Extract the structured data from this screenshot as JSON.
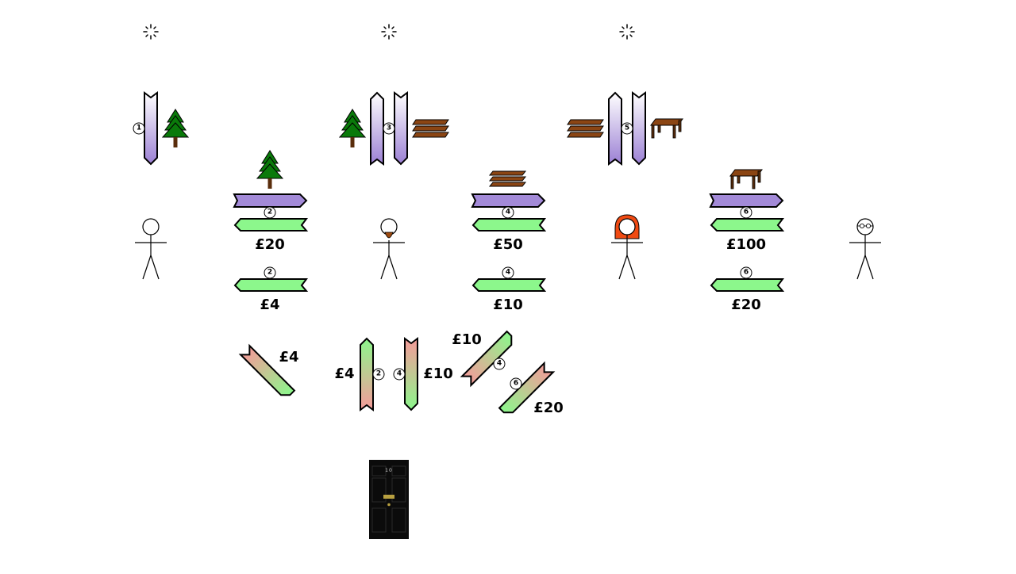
{
  "people": [
    {
      "id": "person-1",
      "style": "plain"
    },
    {
      "id": "person-2",
      "style": "beard"
    },
    {
      "id": "person-3",
      "style": "hood"
    },
    {
      "id": "person-4",
      "style": "glasses"
    }
  ],
  "hub_steps": [
    {
      "num": "1",
      "input": "tree-icon",
      "output": null
    },
    {
      "num": "3",
      "input": "tree-icon",
      "output": "planks-icon"
    },
    {
      "num": "5",
      "input": "planks-icon",
      "output": "table-icon"
    }
  ],
  "trades": [
    {
      "num": "2",
      "item": "tree-icon",
      "price": "£20",
      "fee_num": "2",
      "fee": "£4"
    },
    {
      "num": "4",
      "item": "planks-icon",
      "price": "£50",
      "fee_num": "4",
      "fee": "£10"
    },
    {
      "num": "6",
      "item": "table-icon",
      "price": "£100",
      "fee_num": "6",
      "fee": "£20"
    }
  ],
  "fee_arrows": [
    {
      "num": null,
      "label": "£4"
    },
    {
      "num": "2",
      "label": "£4"
    },
    {
      "num": "4",
      "label": "£10"
    },
    {
      "num": "4",
      "label": "£10"
    },
    {
      "num": "6",
      "label": "£20"
    }
  ],
  "door": {
    "number": "10",
    "color": "#111111",
    "brass": "#b8a040"
  },
  "colors": {
    "purple": "#a38ad8",
    "green": "#8cf78c",
    "red": "#f59a9a",
    "hood": "#f04a12",
    "tree": "#0a7a0a",
    "wood": "#8b4513"
  }
}
